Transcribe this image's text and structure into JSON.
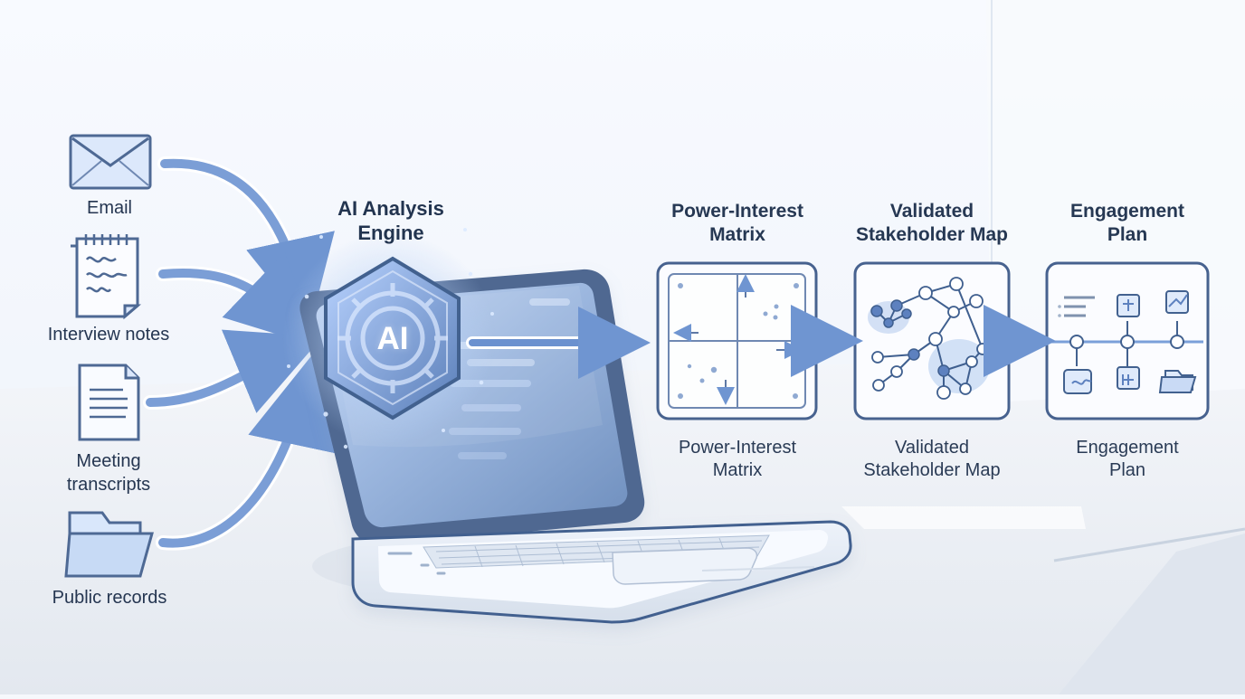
{
  "colors": {
    "background": "#eef2f8",
    "stroke": "#4a6690",
    "accent": "#5f86c7",
    "accent_light": "#d6e4f8",
    "text": "#22344f"
  },
  "sources": [
    {
      "label": "Email",
      "icon": "envelope-icon"
    },
    {
      "label": "Interview notes",
      "icon": "notepad-icon"
    },
    {
      "label": "Meeting\ntranscripts",
      "icon": "document-icon"
    },
    {
      "label": "Public records",
      "icon": "folder-icon"
    }
  ],
  "engine": {
    "title": "AI Analysis\nEngine",
    "badge": "AI",
    "icon": "gear-hex-icon"
  },
  "stages": [
    {
      "title": "Power-Interest\nMatrix",
      "caption": "Power-Interest\nMatrix",
      "icon": "matrix-icon"
    },
    {
      "title": "Validated\nStakeholder Map",
      "caption": "Validated\nStakeholder Map",
      "icon": "network-icon"
    },
    {
      "title": "Engagement\nPlan",
      "caption": "Engagement\nPlan",
      "icon": "timeline-icon"
    }
  ]
}
